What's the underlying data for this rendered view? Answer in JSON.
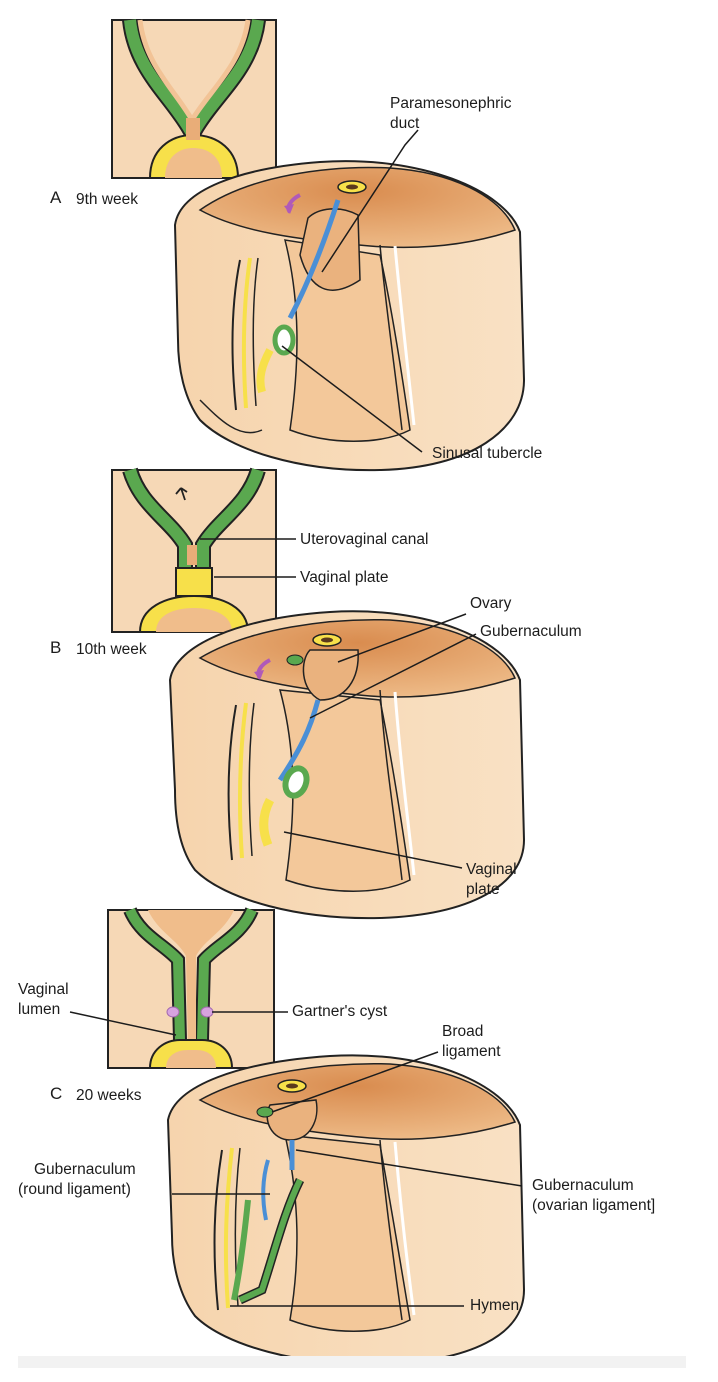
{
  "panels": [
    {
      "letter": "A",
      "stage": "9th week",
      "labels": {
        "paramesonephric_duct": [
          "Paramesonephric",
          "duct"
        ],
        "sinusal_tubercle": "Sinusal tubercle"
      }
    },
    {
      "letter": "B",
      "stage": "10th week",
      "labels": {
        "uterovaginal_canal": "Uterovaginal canal",
        "vaginal_plate_inset": "Vaginal plate",
        "ovary": "Ovary",
        "gubernaculum": "Gubernaculum",
        "vaginal_plate": [
          "Vaginal",
          "plate"
        ]
      }
    },
    {
      "letter": "C",
      "stage": "20 weeks",
      "labels": {
        "vaginal_lumen": [
          "Vaginal",
          "lumen"
        ],
        "gartners_cyst": "Gartner's cyst",
        "broad_ligament": [
          "Broad",
          "ligament"
        ],
        "gubernaculum_round": [
          "Gubernaculum",
          "(round ligament)"
        ],
        "gubernaculum_ovarian": [
          "Gubernaculum",
          "(ovarian ligament]"
        ],
        "hymen": "Hymen"
      }
    }
  ],
  "colors": {
    "tissue_light": "#f6d7b4",
    "tissue_mid": "#eab27e",
    "tissue_dark": "#d8925a",
    "duct_green": "#5aa84f",
    "plate_yellow": "#f7e04a",
    "vessel_blue": "#4a8fd6",
    "arrow_purple": "#b05ab8",
    "line": "#1c1c1c"
  }
}
